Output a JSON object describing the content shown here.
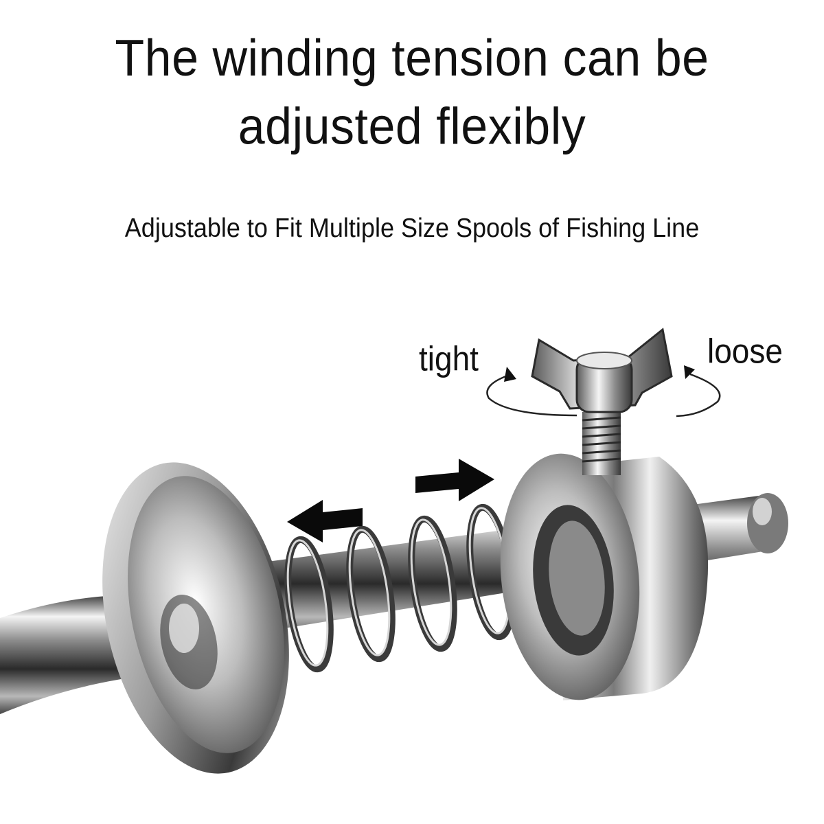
{
  "headline": {
    "line1": "The winding tension can be",
    "line2": "adjusted flexibly"
  },
  "subline": "Adjustable to Fit Multiple Size Spools of Fishing Line",
  "labels": {
    "tight": "tight",
    "loose": "loose"
  },
  "colors": {
    "background": "#ffffff",
    "text": "#111111",
    "arrow": "#0a0a0a",
    "steel_light": "#f2f2f2",
    "steel_mid": "#9a9a9a",
    "steel_dark": "#2a2a2a"
  }
}
